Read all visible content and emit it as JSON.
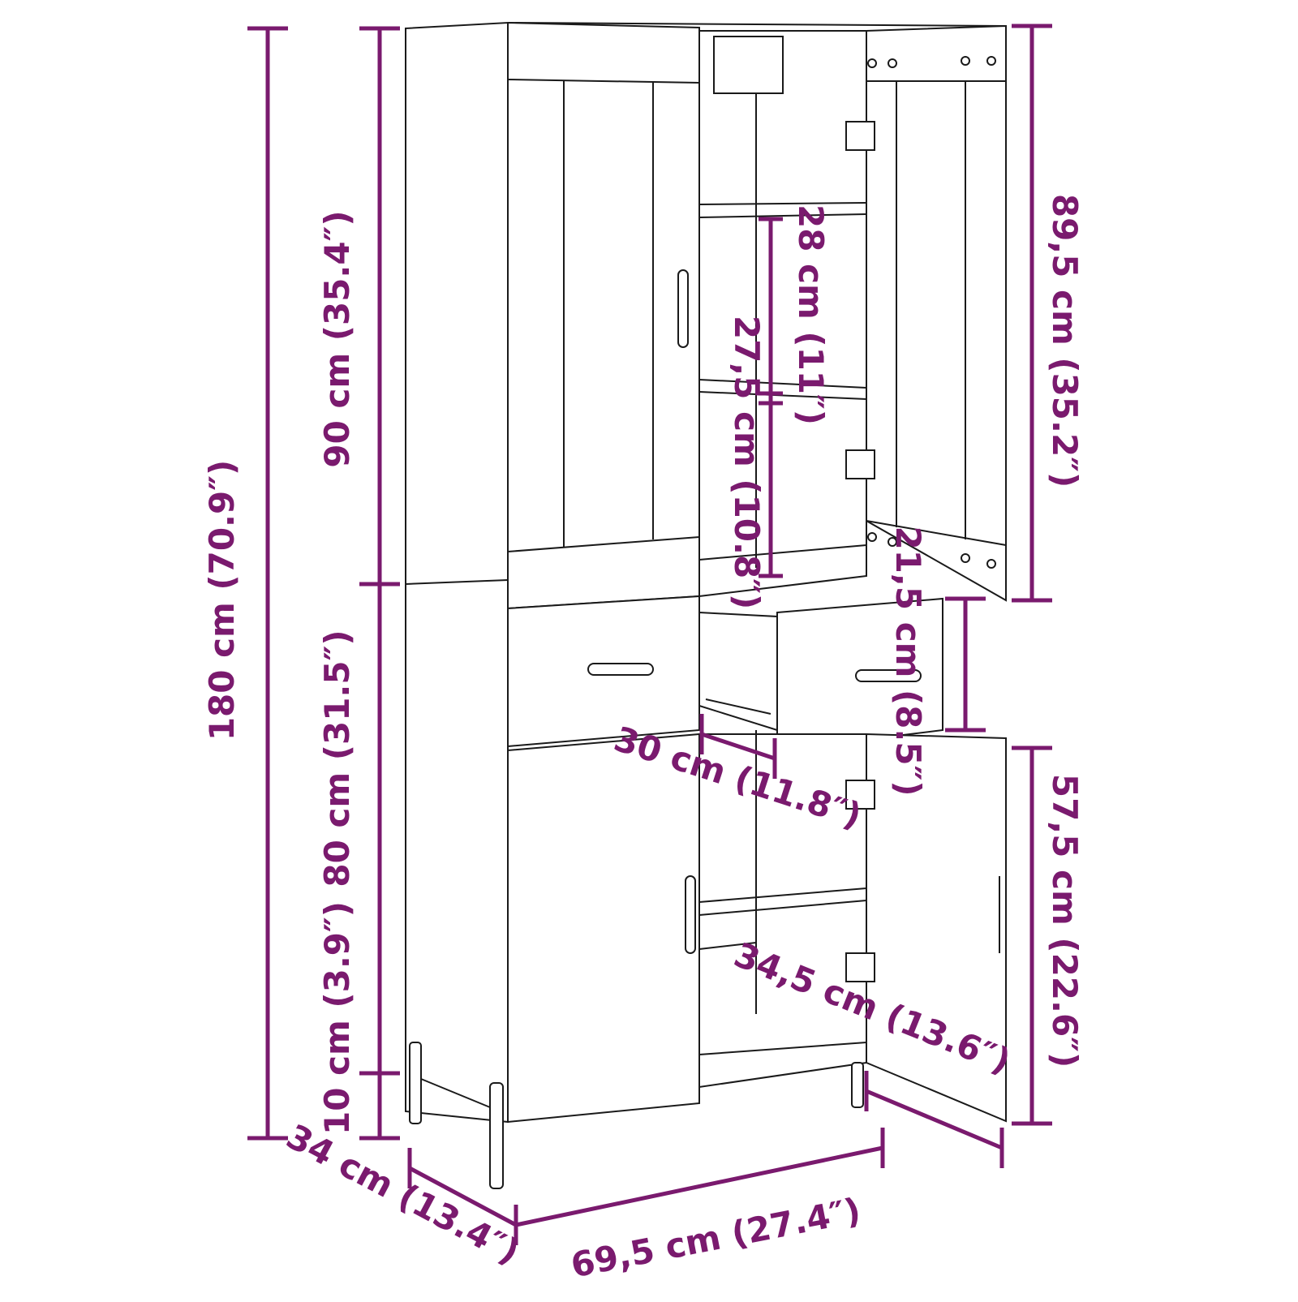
{
  "dimension_color": "#7a1a6e",
  "dimensions": {
    "total_height": "180 cm (70.9″)",
    "upper_height": "90 cm (35.4″)",
    "lower_height": "80 cm (31.5″)",
    "leg_height": "10 cm (3.9″)",
    "upper_door_height": "89,5 cm (35.2″)",
    "shelf_top_gap": "28 cm (11″)",
    "shelf_bottom_gap": "27,5 cm (10.8″)",
    "drawer_height": "21,5 cm (8.5″)",
    "drawer_depth": "30 cm (11.8″)",
    "lower_door_height": "57,5 cm (22.6″)",
    "inner_depth": "34,5 cm (13.6″)",
    "depth": "34 cm (13.4″)",
    "width": "69,5 cm (27.4″)"
  }
}
